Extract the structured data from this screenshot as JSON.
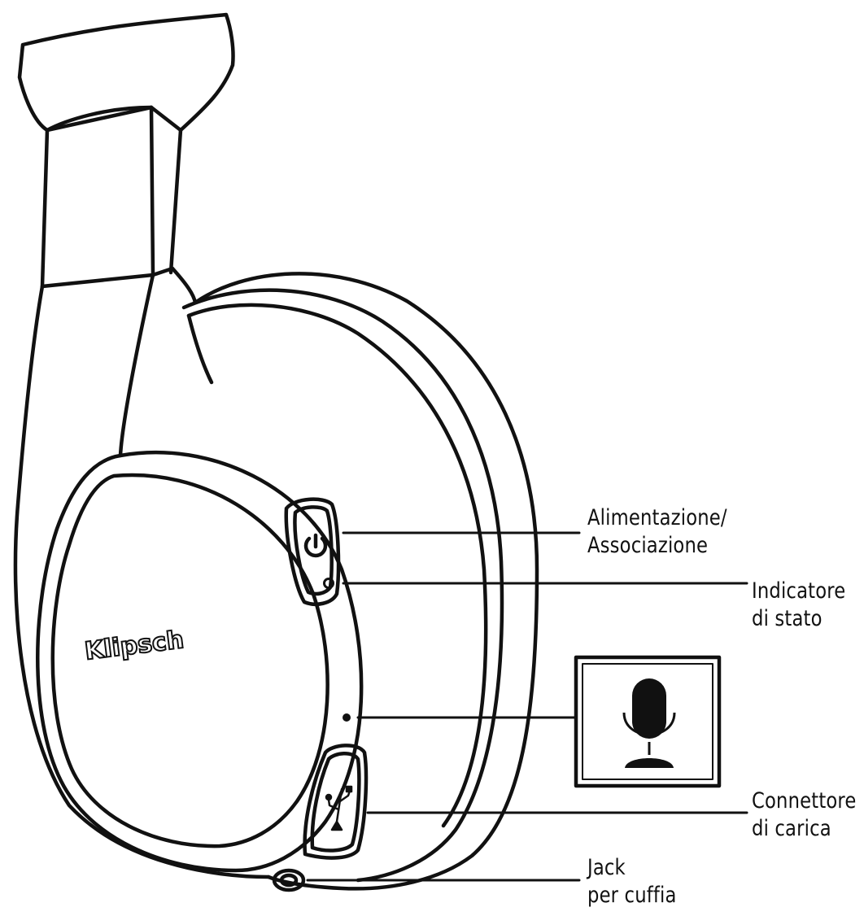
{
  "brand_logo": "Klipsch",
  "callouts": {
    "power": {
      "line1": "Alimentazione/",
      "line2": "Associazione"
    },
    "status": {
      "line1": "Indicatore",
      "line2": "di stato"
    },
    "charge": {
      "line1": "Connettore",
      "line2": "di carica"
    },
    "jack": {
      "line1": "Jack",
      "line2": "per cuffia"
    }
  },
  "icons": {
    "power_button": "power-icon",
    "microphone": "microphone-icon",
    "usb": "usb-icon"
  },
  "colors": {
    "stroke": "#111111",
    "background": "#ffffff"
  }
}
